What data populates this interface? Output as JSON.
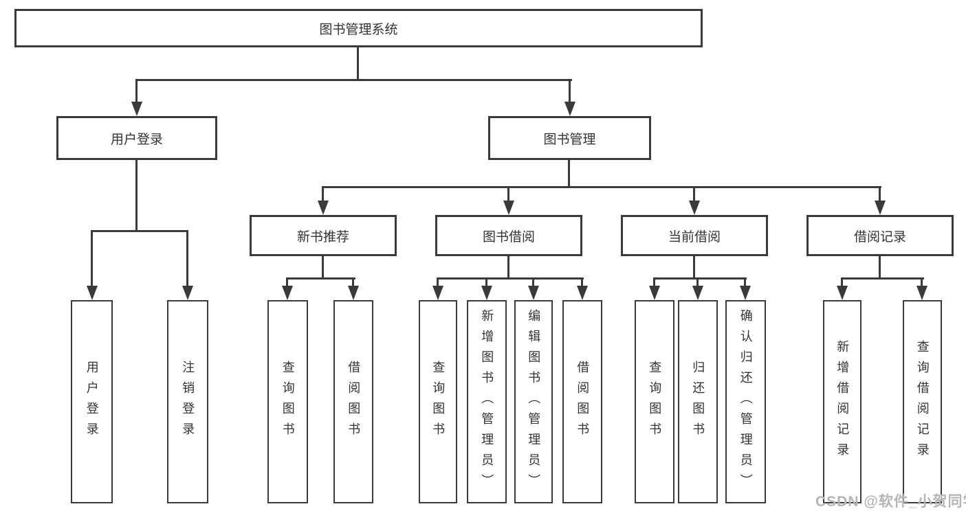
{
  "diagram": {
    "nodes": {
      "root": "图书管理系统",
      "user_login": "用户登录",
      "book_mgmt": "图书管理",
      "new_book_rec": "新书推荐",
      "book_borrow": "图书借阅",
      "current_borrow": "当前借阅",
      "borrow_records": "借阅记录",
      "leaf_user_login": "用户登录",
      "leaf_logout": "注销登录",
      "leaf_rec_query": "查询图书",
      "leaf_rec_borrow": "借阅图书",
      "leaf_bb_query": "查询图书",
      "leaf_bb_add": "新增图书（管理员）",
      "leaf_bb_edit": "编辑图书（管理员）",
      "leaf_bb_borrow": "借阅图书",
      "leaf_cb_query": "查询图书",
      "leaf_cb_return": "归还图书",
      "leaf_cb_confirm": "确认归还（管理员）",
      "leaf_br_add": "新增借阅记录",
      "leaf_br_query": "查询借阅记录"
    },
    "watermark": "CSDN @软件_小贺同学",
    "colors": {
      "line": "#3a3a3a",
      "box_border": "#3a3a3a",
      "text": "#333333",
      "watermark_text": "#b5b5b5",
      "background": "#ffffff"
    }
  }
}
